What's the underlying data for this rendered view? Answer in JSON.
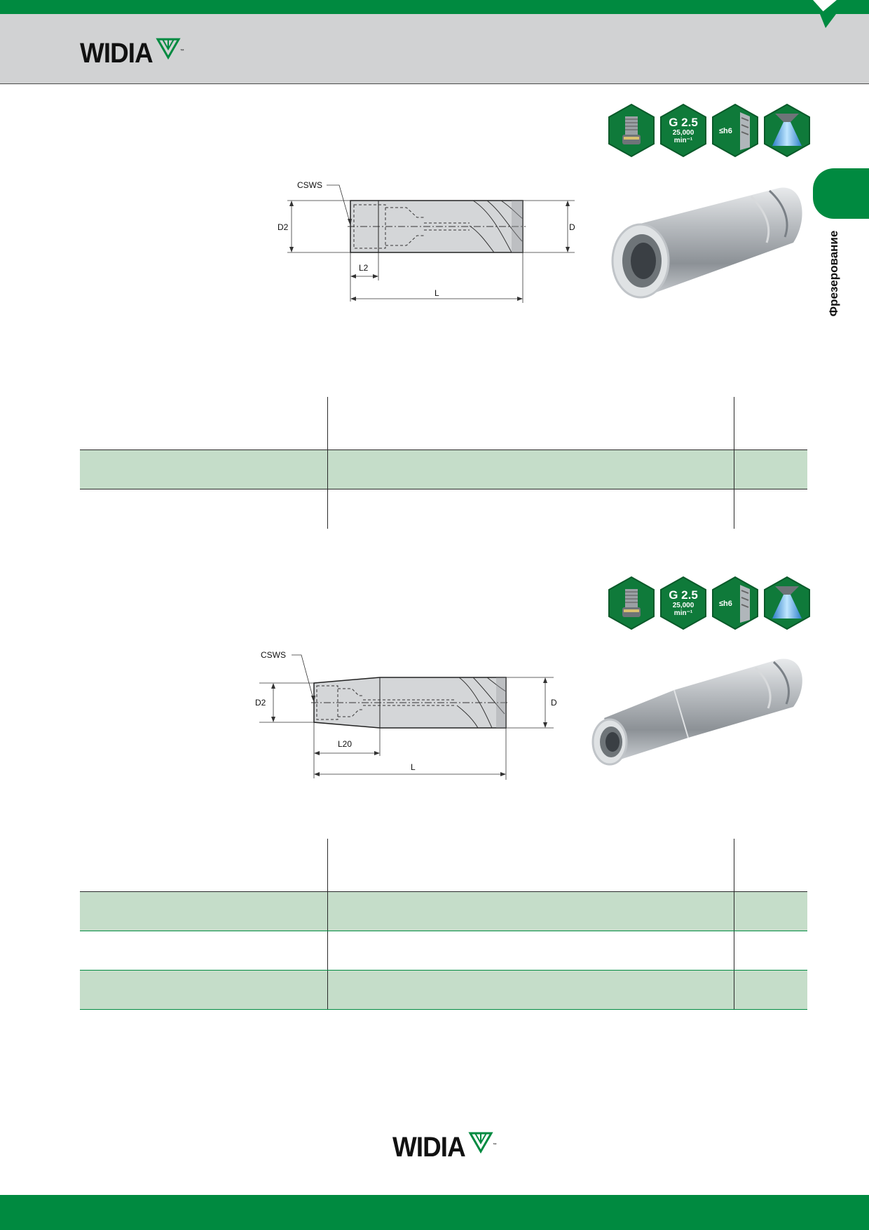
{
  "brand": {
    "name": "WIDIA",
    "trademark": "™"
  },
  "side_tab": {
    "label": "Фрезерование"
  },
  "icons": [
    {
      "name": "screw-connection-icon"
    },
    {
      "name": "balance-icon",
      "line1": "G 2.5",
      "line2": "25,000",
      "line3": "min⁻¹"
    },
    {
      "name": "shank-tolerance-icon",
      "line1": "≤h6"
    },
    {
      "name": "coolant-through-icon"
    }
  ],
  "drawing1": {
    "csws": "CSWS",
    "d2": "D2",
    "d": "D",
    "l2": "L2",
    "l": "L"
  },
  "drawing2": {
    "csws": "CSWS",
    "d2": "D2",
    "d": "D",
    "l20": "L20",
    "l": "L"
  },
  "colors": {
    "brand_green": "#008a40",
    "header_grey": "#d1d2d3",
    "row_green": "#c5ddc9"
  }
}
